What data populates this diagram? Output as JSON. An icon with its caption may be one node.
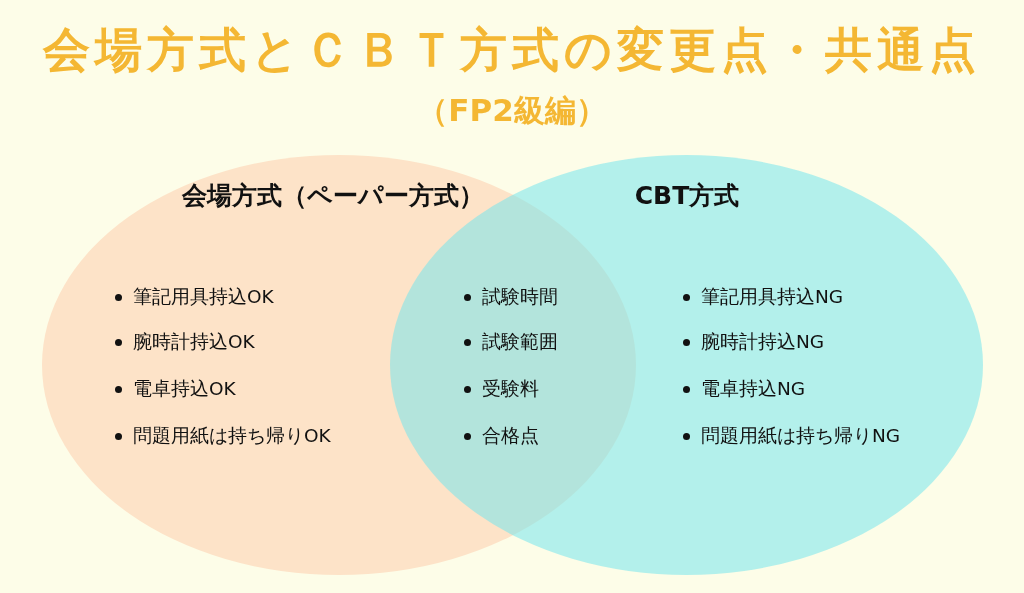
{
  "diagram": {
    "title": "会場方式とＣＢＴ方式の変更点・共通点",
    "nodes": [
      {
        "text": [
          "会場方式（ペーパー方式）",
          "筆記用具持込OK",
          "腕時計持込OK",
          "電卓持込OK",
          "問題用紙は持ち帰りOK"
        ]
      },
      {
        "text": [
          "CBT方式",
          "筆記用具持込NG",
          "腕時計持込NG",
          "電卓持込NG",
          "問題用紙は持ち帰りNG"
        ]
      }
    ],
    "labels": [
      "（FP2級編）",
      "試験時間",
      "試験範囲",
      "受験料",
      "合格点"
    ]
  }
}
